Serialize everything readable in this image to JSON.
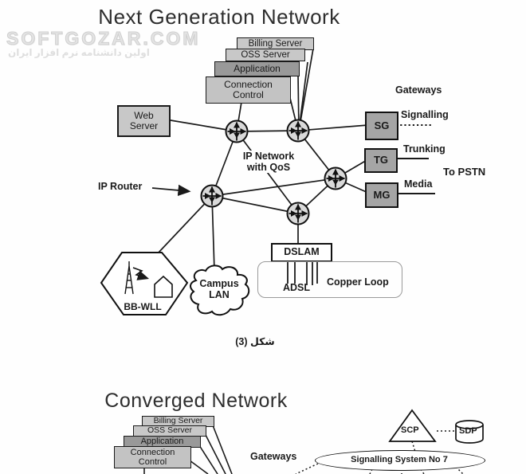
{
  "watermark": {
    "line1": "SOFTGOZAR.COM",
    "line2": "اولین دانشنامه نرم افزار ایران"
  },
  "ngn": {
    "title": "Next Generation Network",
    "stack": {
      "billing": "Billing Server",
      "oss": "OSS Server",
      "application": "Application",
      "connection_line1": "Connection",
      "connection_line2": "Control"
    },
    "web_server_line1": "Web",
    "web_server_line2": "Server",
    "ip_network_line1": "IP Network",
    "ip_network_line2": "with QoS",
    "ip_router": "IP Router",
    "gateways": "Gateways",
    "sg": "SG",
    "signalling": "Signalling",
    "tg": "TG",
    "trunking": "Trunking",
    "to_pstn": "To PSTN",
    "mg": "MG",
    "media": "Media",
    "dslam": "DSLAM",
    "adsl": "ADSL",
    "copper_loop": "Copper Loop",
    "bb_wll": "BB-WLL",
    "campus_line1": "Campus",
    "campus_line2": "LAN"
  },
  "caption": "شكل (3)",
  "converged": {
    "title": "Converged Network",
    "stack": {
      "billing": "Billing Server",
      "oss": "OSS Server",
      "application": "Application",
      "connection_line1": "Connection",
      "connection_line2": "Control"
    },
    "gateways": "Gateways",
    "scp": "SCP",
    "sdp": "SDP",
    "ss7": "Signalling System No 7"
  },
  "colors": {
    "box_light": "#c8c8c8",
    "box_dark": "#999999",
    "gateway_box": "#a5a5a5",
    "router_fill": "#d9d9d9",
    "line": "#1a1a1a",
    "watermark": "#dedede"
  }
}
